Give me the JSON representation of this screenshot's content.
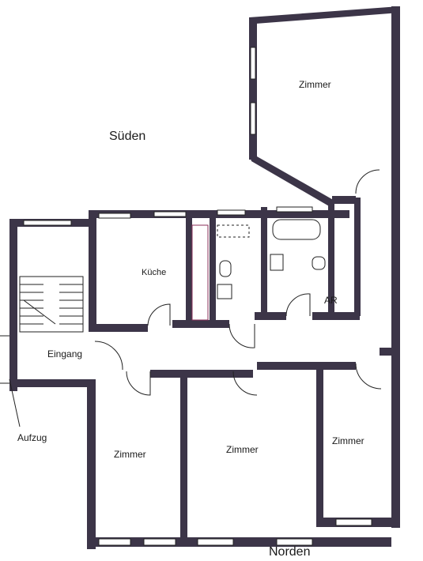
{
  "labels": {
    "sueden": "Süden",
    "norden": "Norden",
    "zimmer_top": "Zimmer",
    "zimmer_bottom_left": "Zimmer",
    "zimmer_bottom_mid": "Zimmer",
    "zimmer_bottom_right": "Zimmer",
    "kueche": "Küche",
    "eingang": "Eingang",
    "aufzug": "Aufzug",
    "ar": "AR"
  },
  "colors": {
    "wall": "#3c3548",
    "line": "#222222",
    "window": "#ffffff",
    "accent": "#8a2f5a"
  }
}
